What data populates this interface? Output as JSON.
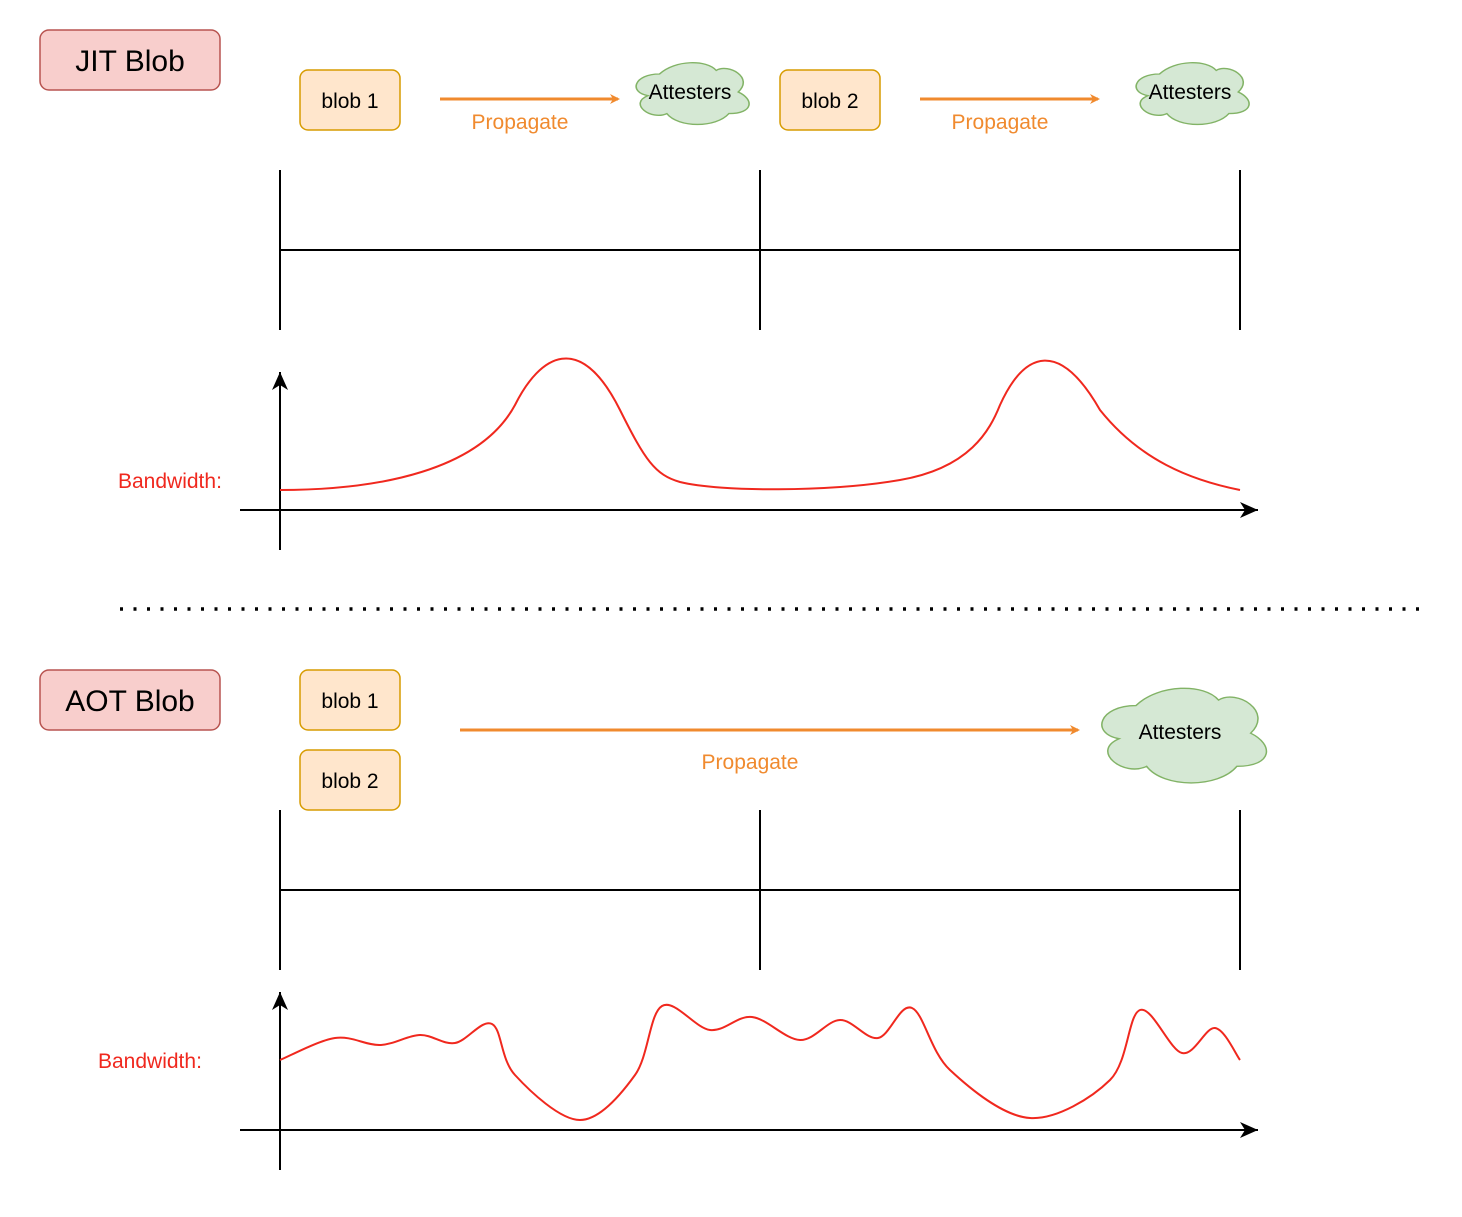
{
  "jit": {
    "title": "JIT Blob",
    "blob1": "blob 1",
    "blob2": "blob 2",
    "propagate1": "Propagate",
    "propagate2": "Propagate",
    "attesters1": "Attesters",
    "attesters2": "Attesters",
    "bandwidth_label": "Bandwidth:"
  },
  "aot": {
    "title": "AOT Blob",
    "blob1": "blob 1",
    "blob2": "blob 2",
    "propagate": "Propagate",
    "attesters": "Attesters",
    "bandwidth_label": "Bandwidth:"
  },
  "colors": {
    "title_fill": "#f8cecc",
    "title_stroke": "#b85450",
    "blob_fill": "#ffe6cc",
    "blob_stroke": "#d79b00",
    "cloud_fill": "#d5e8d4",
    "cloud_stroke": "#82b366",
    "arrow": "#f08a2e",
    "curve": "#f0281e"
  }
}
